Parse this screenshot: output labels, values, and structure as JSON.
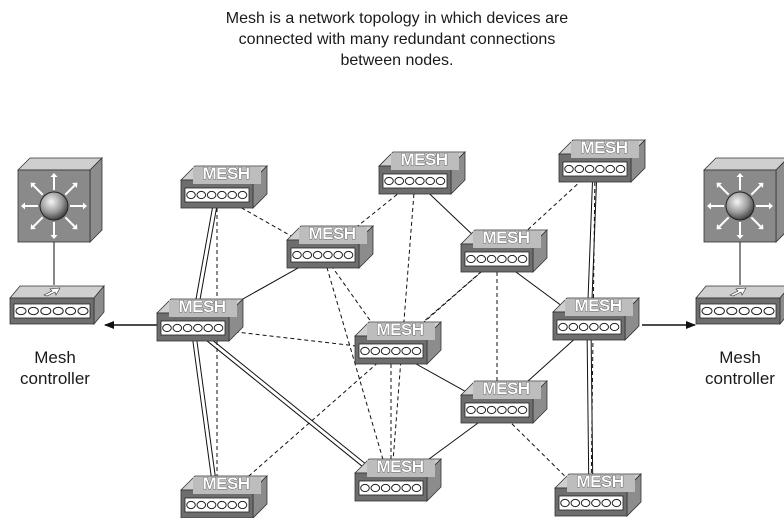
{
  "caption": {
    "lines": [
      "Mesh is a network topology in which devices are",
      "connected with many redundant connections",
      "between nodes."
    ]
  },
  "mesh_label": "MESH",
  "controllers": {
    "left": {
      "label_lines": [
        "Mesh",
        "controller"
      ]
    },
    "right": {
      "label_lines": [
        "Mesh",
        "controller"
      ]
    }
  },
  "colors": {
    "box_front": "#6e6e6e",
    "box_top": "#cfcfcf",
    "box_side": "#8c8c8c",
    "switch_face": "#8a8a8a",
    "line": "#111111"
  }
}
